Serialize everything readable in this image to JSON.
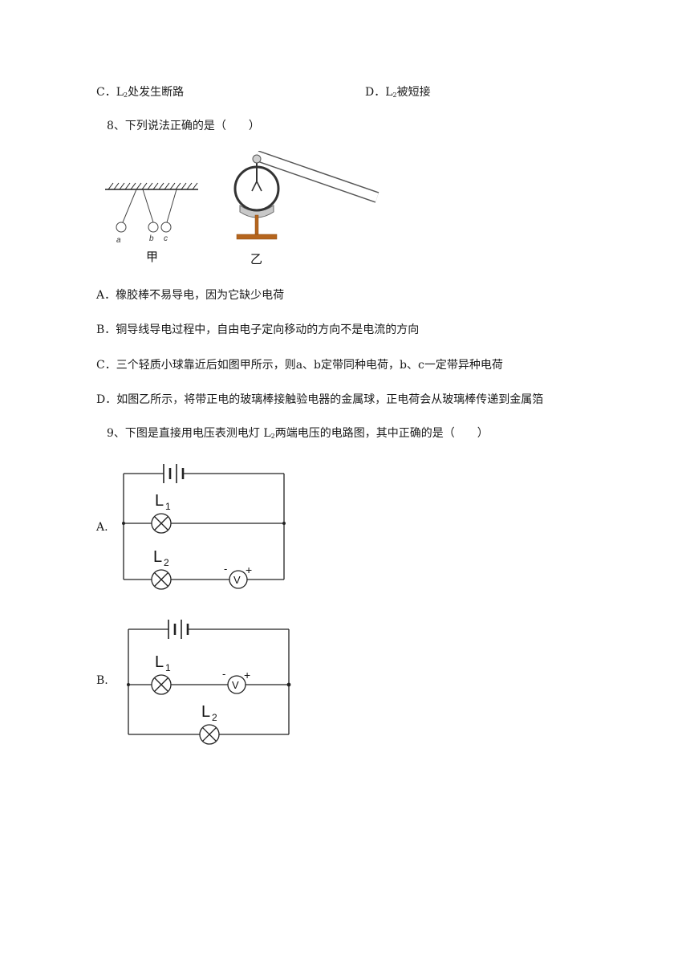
{
  "q7": {
    "opt_c": {
      "prefix": "C．L",
      "sub": "2",
      "text": "处发生断路"
    },
    "opt_d": {
      "prefix": "D．L",
      "sub": "2",
      "text": "被短接"
    }
  },
  "q8": {
    "stem": "8、下列说法正确的是（　　）",
    "figure_jia": {
      "ball_a": "a",
      "ball_b": "b",
      "ball_c": "c",
      "caption": "甲"
    },
    "figure_yi": {
      "caption": "乙"
    },
    "opt_a": "A．橡胶棒不易导电，因为它缺少电荷",
    "opt_b": "B．铜导线导电过程中，自由电子定向移动的方向不是电流的方向",
    "opt_c": "C．三个轻质小球靠近后如图甲所示，则a、b定带同种电荷，b、c一定带异种电荷",
    "opt_d": "D．如图乙所示，将带正电的玻璃棒接触验电器的金属球，正电荷会从玻璃棒传递到金属箔"
  },
  "q9": {
    "stem_pre": "9、下图是直接用电压表测电灯 L",
    "stem_sub": "2",
    "stem_post": "两端电压的电路图，其中正确的是（　　）",
    "circuit_a": {
      "label": "A.",
      "l1": "L",
      "l1_sub": "1",
      "l2": "L",
      "l2_sub": "2",
      "meter": "V",
      "minus": "-",
      "plus": "+"
    },
    "circuit_b": {
      "label": "B.",
      "l1": "L",
      "l1_sub": "1",
      "l2": "L",
      "l2_sub": "2",
      "meter": "V",
      "minus": "-",
      "plus": "+"
    }
  }
}
